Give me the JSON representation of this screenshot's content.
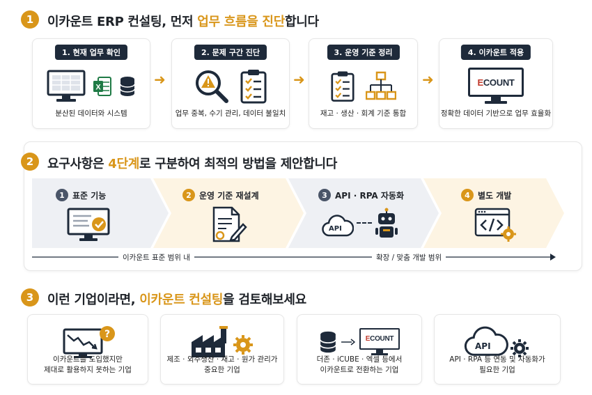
{
  "section1": {
    "number": "1",
    "title_prefix": "이카운트 ERP 컨설팅, 먼저 ",
    "title_accent": "업무 흐름을 진단",
    "title_suffix": "합니다",
    "cards": [
      {
        "label": "1. 현재 업무 확인",
        "caption": "분산된 데이터와 시스템",
        "icons": [
          "monitor-spreadsheet-icon",
          "excel-icon",
          "database-icon"
        ]
      },
      {
        "label": "2. 문제 구간 진단",
        "caption": "업무 중복, 수기 관리, 데이터 불일치",
        "icons": [
          "magnifier-warning-icon",
          "checklist-clipboard-icon"
        ]
      },
      {
        "label": "3. 운영 기준 정리",
        "caption": "재고 · 생산 · 회계 기준 통합",
        "icons": [
          "checklist-clipboard-icon",
          "org-chart-icon"
        ]
      },
      {
        "label": "4. 이카운트 적용",
        "caption": "정확한 데이터 기반으로 업무 효율화",
        "icons": [
          "monitor-ecount-icon"
        ]
      }
    ],
    "arrow": "➜"
  },
  "section2": {
    "number": "2",
    "title_prefix": "요구사항은 ",
    "title_accent": "4단계",
    "title_suffix": "로 구분하여 최적의 방법을 제안합니다",
    "steps": [
      {
        "num": "1",
        "label": "표준 기능",
        "icon": "monitor-check-icon",
        "bg": "#eef0f4",
        "num_bg": "#4a5568"
      },
      {
        "num": "2",
        "label": "운영 기준 재설계",
        "icon": "document-pen-icon",
        "bg": "#fdf4e3",
        "num_bg": "#d9961a"
      },
      {
        "num": "3",
        "label": "API · RPA 자동화",
        "icon": "cloud-api-robot-icon",
        "bg": "#eef0f4",
        "num_bg": "#4a5568"
      },
      {
        "num": "4",
        "label": "별도 개발",
        "icon": "code-window-icon",
        "bg": "#fdf4e3",
        "num_bg": "#d9961a"
      }
    ],
    "api_badge": "API",
    "scope_left": "이카운트 표준 범위 내",
    "scope_right": "확장 / 맞춤 개발 범위"
  },
  "section3": {
    "number": "3",
    "title_prefix": "이런 기업이라면, ",
    "title_accent": "이카운트 컨설팅",
    "title_suffix": "을 검토해보세요",
    "cards": [
      {
        "caption_1": "이카운트를 도입했지만",
        "caption_2": "제대로 활용하지 못하는 기업",
        "icon": "monitor-chart-question-icon"
      },
      {
        "caption_1": "제조 · 외주생산 · 재고 · 원가 관리가",
        "caption_2": "중요한 기업",
        "icon": "factory-gear-icon"
      },
      {
        "caption_1": "더존 · iCUBE · 엑셀 등에서",
        "caption_2": "이카운트로 전환하는 기업",
        "icon": "database-to-ecount-icon"
      },
      {
        "caption_1": "API · RPA 등 연동 및 자동화가",
        "caption_2": "필요한 기업",
        "icon": "cloud-api-gear-icon"
      }
    ],
    "api_badge": "API"
  },
  "ecount_logo": {
    "e": "E",
    "rest": "COUNT"
  },
  "colors": {
    "accent": "#d9961a",
    "navy": "#1e2a3a",
    "grey_step": "#eef0f4",
    "cream_step": "#fdf4e3"
  }
}
